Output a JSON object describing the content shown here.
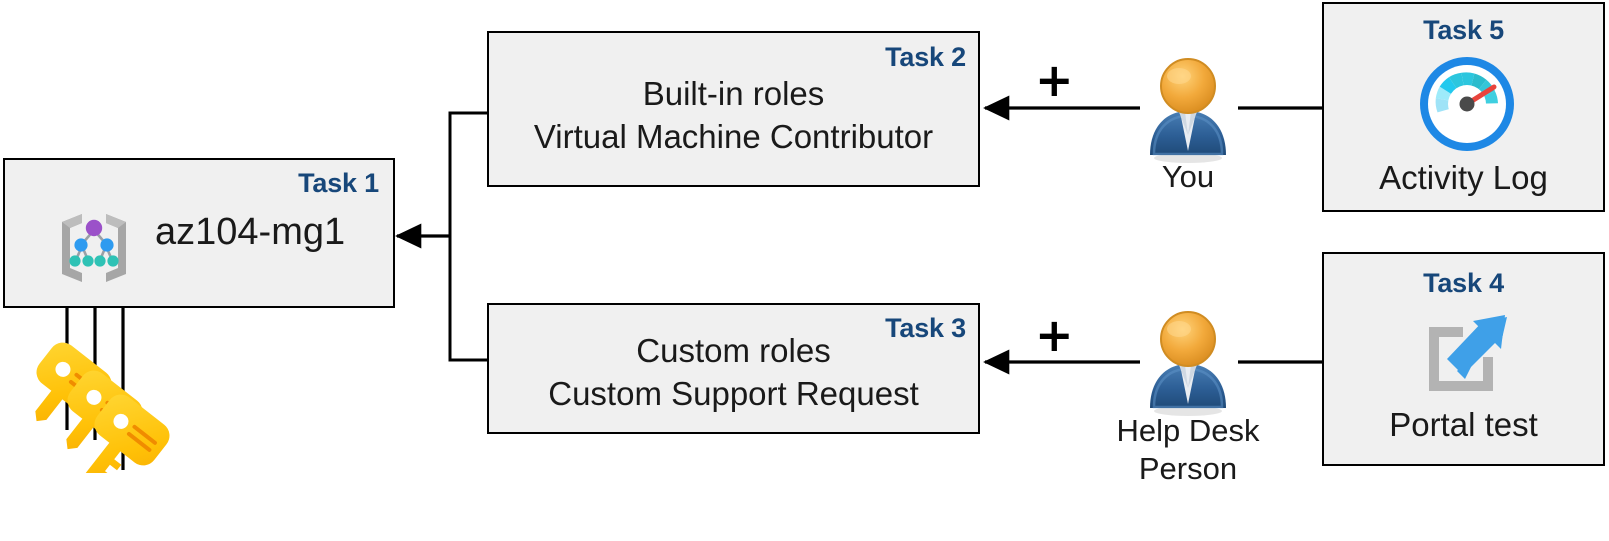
{
  "diagram": {
    "title": "Azure RBAC task diagram",
    "accent_color": "#17477a",
    "box_fill": "#f0f0f0",
    "box_border": "#000000"
  },
  "nodes": {
    "task1": {
      "tag": "Task 1",
      "label": "az104-mg1",
      "icon": "management-group-icon"
    },
    "task2": {
      "tag": "Task 2",
      "line1": "Built-in roles",
      "line2": "Virtual Machine Contributor"
    },
    "task3": {
      "tag": "Task 3",
      "line1": "Custom roles",
      "line2": "Custom Support Request"
    },
    "task4": {
      "tag": "Task 4",
      "label": "Portal test",
      "icon": "external-link-icon"
    },
    "task5": {
      "tag": "Task 5",
      "label": "Activity Log",
      "icon": "gauge-icon"
    }
  },
  "actors": {
    "you": {
      "label": "You",
      "icon": "user-icon"
    },
    "helpdesk": {
      "label": "Help Desk\nPerson",
      "icon": "user-icon"
    }
  },
  "symbols": {
    "plus_top": "+",
    "plus_bottom": "+"
  },
  "keys": {
    "icon": "keys-icon",
    "count": 3
  }
}
